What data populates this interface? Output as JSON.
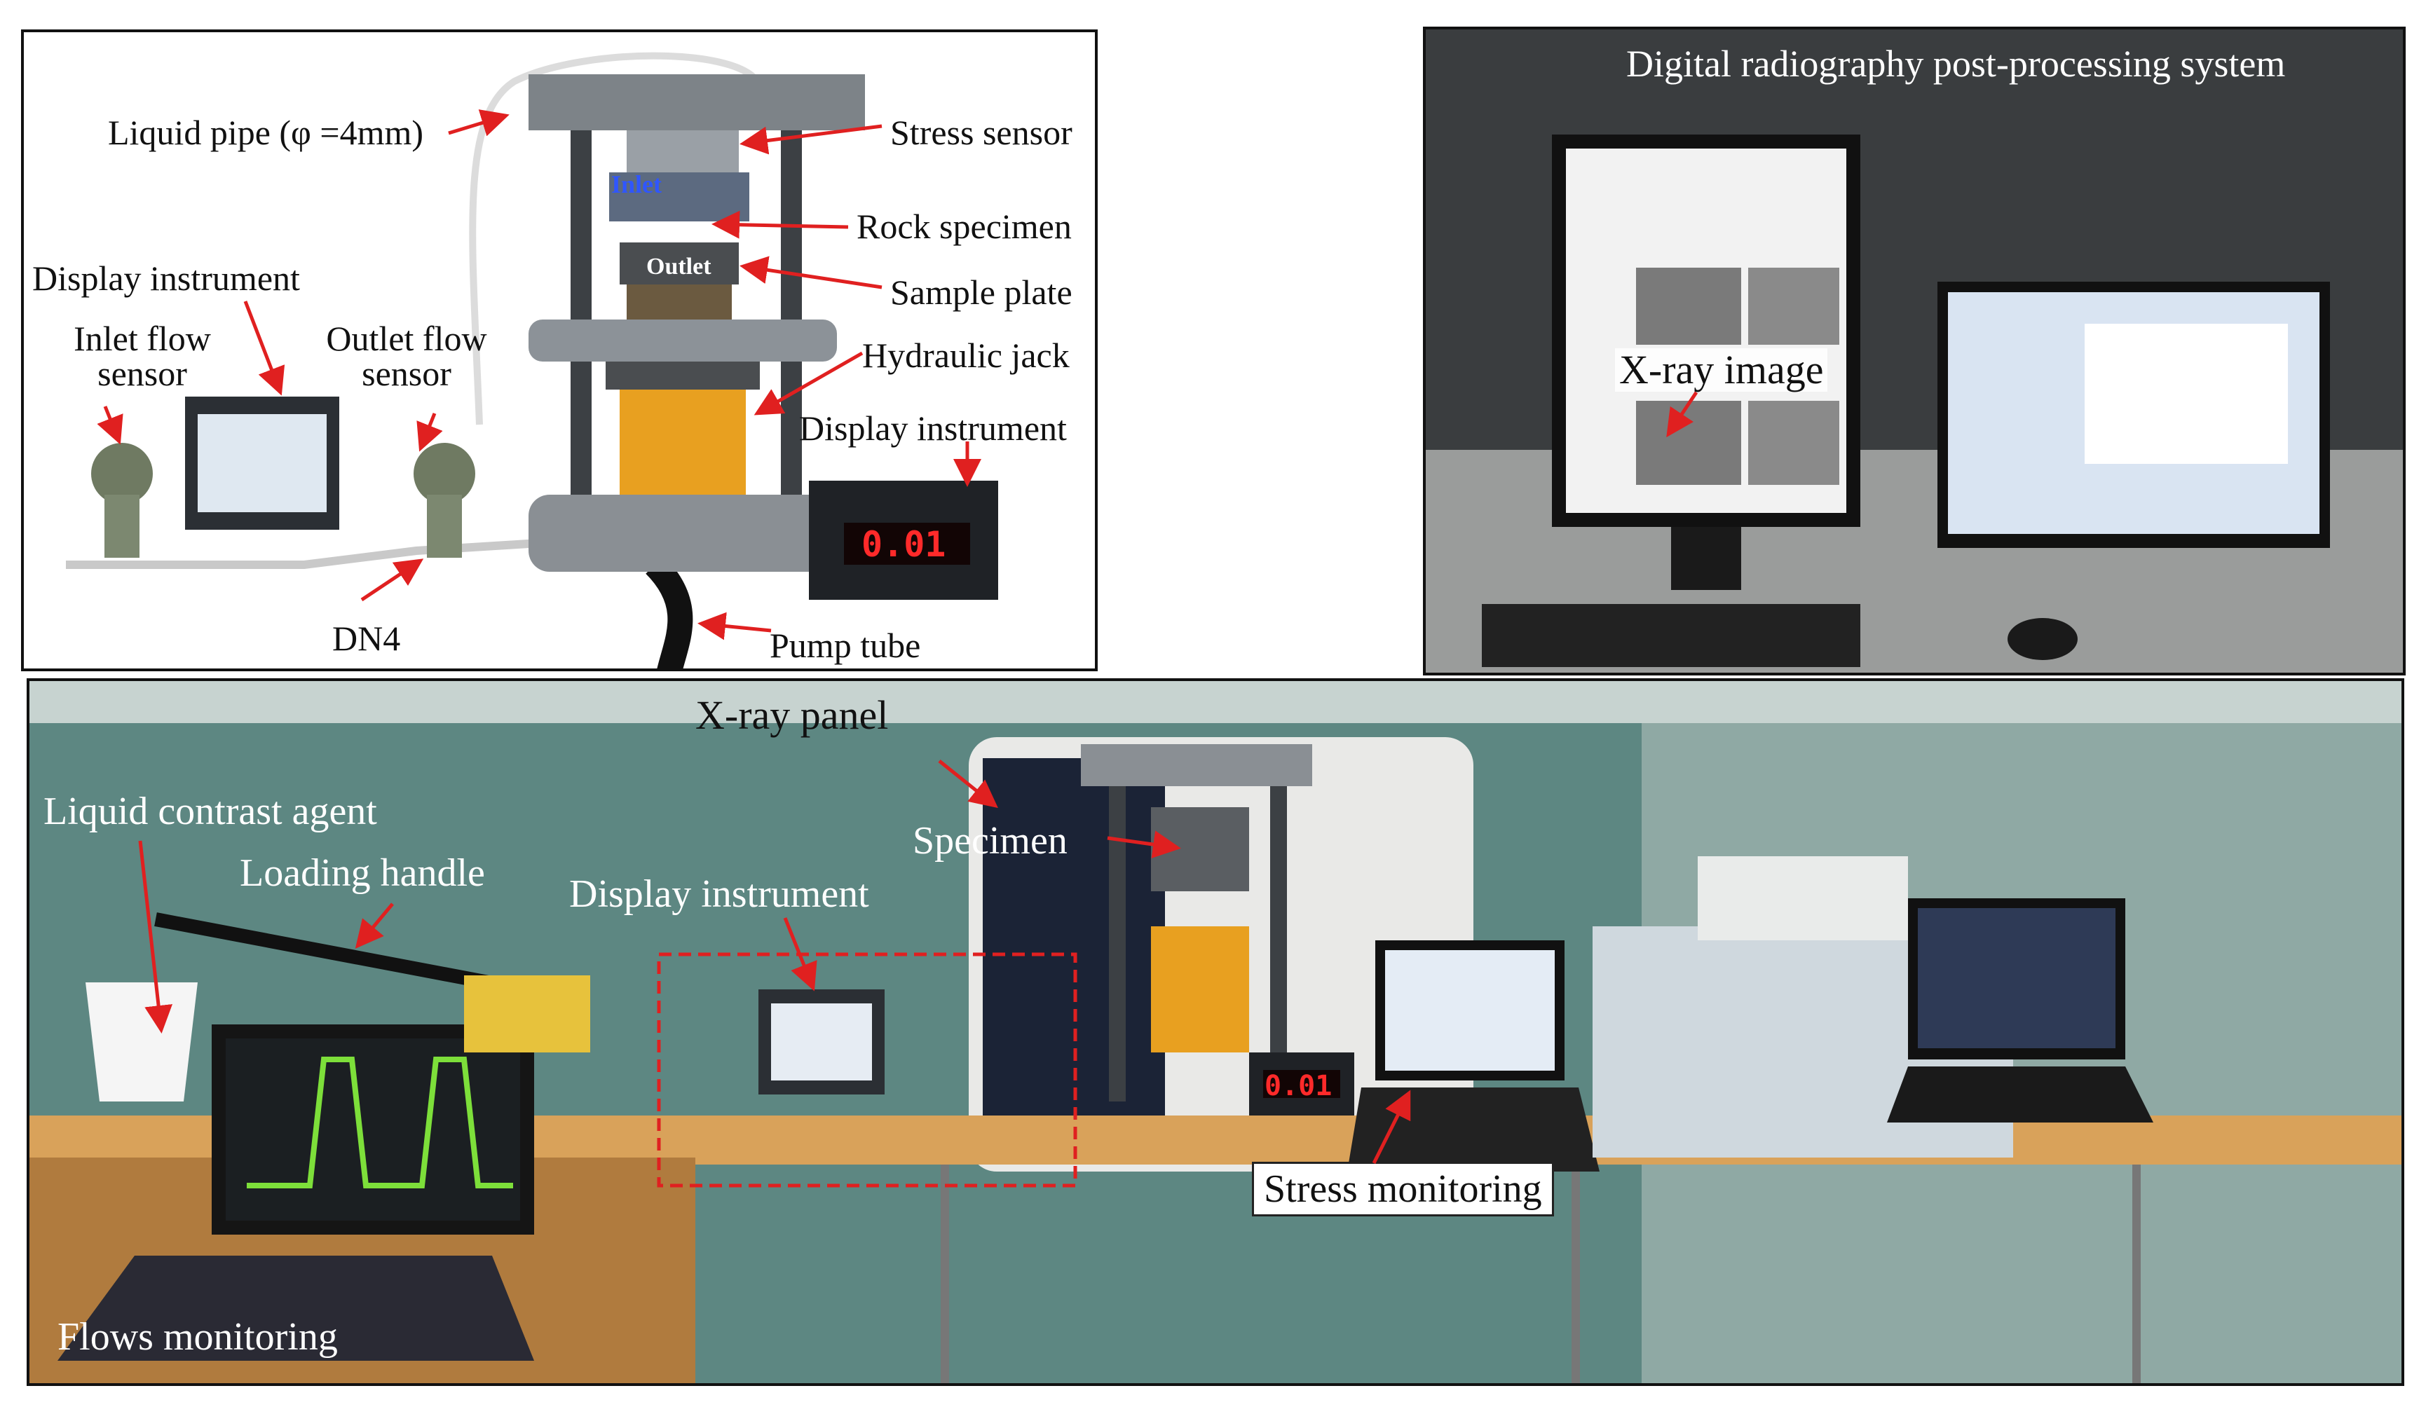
{
  "panel_top_left": {
    "labels": {
      "liquid_pipe": "Liquid pipe (φ =4mm)",
      "stress_sensor": "Stress sensor",
      "rock_specimen": "Rock specimen",
      "sample_plate": "Sample plate",
      "hydraulic_jack": "Hydraulic jack",
      "display_instrument_top": "Display instrument",
      "inlet_flow_sensor": "Inlet flow sensor",
      "outlet_flow_sensor": "Outlet flow sensor",
      "display_instrument_right": "Display instrument",
      "dn4": "DN4",
      "pump_tube": "Pump tube",
      "inlet": "Inlet",
      "outlet": "Outlet",
      "meter_readout": "0.01"
    }
  },
  "panel_top_right": {
    "labels": {
      "title": "Digital radiography post-processing system",
      "xray_image": "X-ray image"
    }
  },
  "panel_bottom": {
    "labels": {
      "xray_panel": "X-ray panel",
      "specimen": "Specimen",
      "liquid_contrast_agent": "Liquid contrast agent",
      "loading_handle": "Loading handle",
      "display_instrument": "Display instrument",
      "stress_monitoring": "Stress monitoring",
      "flows_monitoring": "Flows monitoring",
      "meter_readout": "0.01"
    }
  },
  "colors": {
    "arrow": "#e02020",
    "wall": "#5d8782",
    "table": "#d9a25a",
    "frame": "#8a8f94",
    "jack": "#e8a020",
    "meter_digits": "#ff2a2a"
  }
}
